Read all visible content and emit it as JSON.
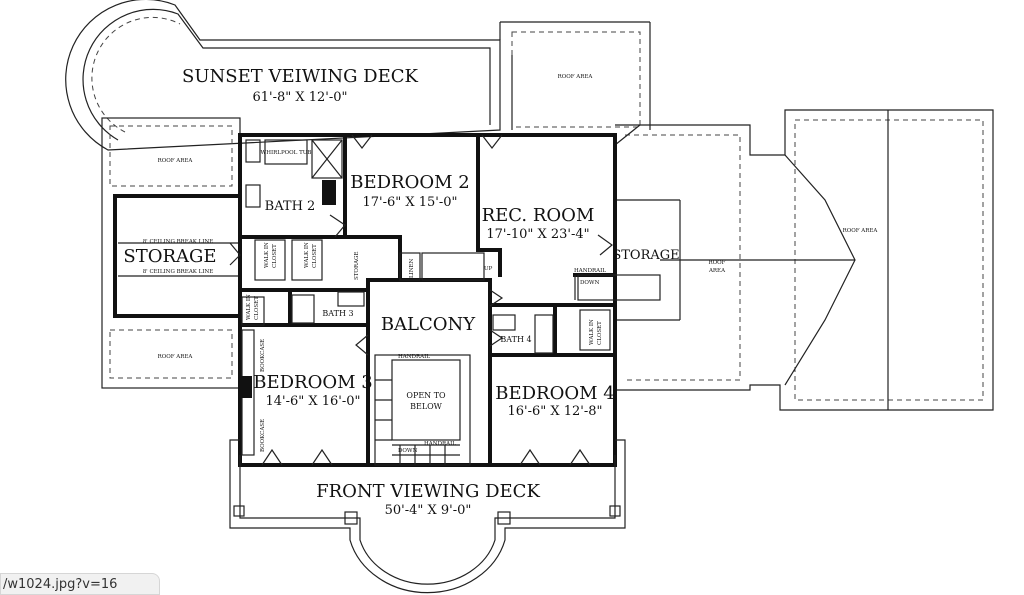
{
  "rooms": {
    "sunset_deck": {
      "label": "SUNSET VEIWING DECK",
      "dims": "61'-8\" X 12'-0\""
    },
    "bedroom2": {
      "label": "BEDROOM 2",
      "dims": "17'-6\" X 15'-0\""
    },
    "rec_room": {
      "label": "REC. ROOM",
      "dims": "17'-10\" X 23'-4\""
    },
    "bath2": {
      "label": "BATH 2"
    },
    "storage_left": {
      "label": "STORAGE"
    },
    "storage_right": {
      "label": "STORAGE"
    },
    "balcony": {
      "label": "BALCONY"
    },
    "bath3": {
      "label": "BATH 3"
    },
    "bath4": {
      "label": "BATH 4"
    },
    "bedroom3": {
      "label": "BEDROOM 3",
      "dims": "14'-6\" X 16'-0\""
    },
    "bedroom4": {
      "label": "BEDROOM 4",
      "dims": "16'-6\" X 12'-8\""
    },
    "open_to_below": {
      "line1": "OPEN TO",
      "line2": "BELOW"
    },
    "front_deck": {
      "label": "FRONT VIEWING DECK",
      "dims": "50'-4\" X 9'-0\""
    }
  },
  "small_labels": {
    "roof_area": "ROOF AREA",
    "roof": "ROOF",
    "area": "AREA",
    "ceiling_break": "8' CEILING BREAK LINE",
    "walk_in": "WALK IN",
    "closet": "CLOSET",
    "storage_small": "STORAGE",
    "linen": "LINEN",
    "up": "UP",
    "down": "DOWN",
    "handrail": "HANDRAIL",
    "bookcase": "BOOKCASE",
    "whirlpool": "WHIRLPOOL TUB"
  },
  "browser": {
    "url_fragment": "/w1024.jpg?v=16"
  },
  "colors": {
    "line": "#111111",
    "background": "#ffffff"
  }
}
